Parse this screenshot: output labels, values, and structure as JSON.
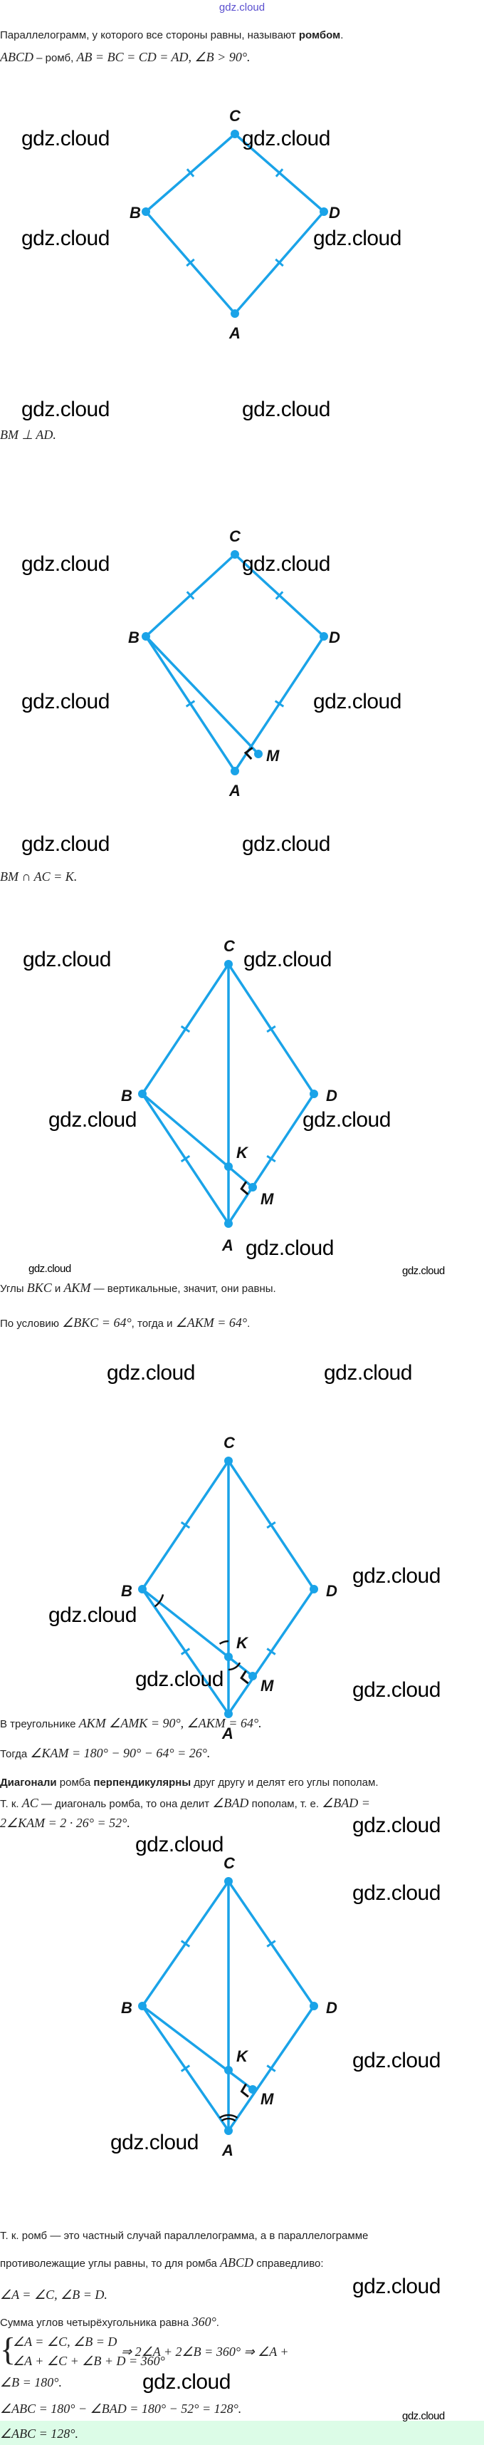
{
  "header": {
    "watermark": "gdz.cloud"
  },
  "colors": {
    "figure": "#1aa3e8",
    "answer_bg": "#dcfce7",
    "text": "#222222"
  },
  "point_labels": {
    "A": "A",
    "B": "B",
    "C": "C",
    "D": "D",
    "K": "K",
    "M": "M"
  },
  "watermark": "gdz.cloud",
  "lines": [
    [
      {
        "t": "Параллелограмм, у которого все стороны равны, называют "
      },
      {
        "t": "ромбом",
        "b": true
      },
      {
        "t": "."
      }
    ],
    [
      {
        "t": "ABCD",
        "m": true
      },
      {
        "t": " – ромб, "
      },
      {
        "t": "AB = BC = CD = AD, ∠B  >  90°.",
        "m": true
      }
    ],
    [
      {
        "t": "BM ⊥ AD.",
        "m": true
      }
    ],
    [
      {
        "t": "BM ∩ AC = K.",
        "m": true
      }
    ],
    [
      {
        "t": "Углы "
      },
      {
        "t": "BKC",
        "m": true
      },
      {
        "t": " и "
      },
      {
        "t": "AKM",
        "m": true
      },
      {
        "t": " — вертикальные, значит, они равны."
      }
    ],
    [
      {
        "t": "По условию "
      },
      {
        "t": "∠BKC = 64°",
        "m": true
      },
      {
        "t": ", тогда и "
      },
      {
        "t": "∠AKM = 64°",
        "m": true
      },
      {
        "t": "."
      }
    ],
    [
      {
        "t": "В треугольнике "
      },
      {
        "t": "AKM ∠AMK = 90°, ∠AKM = 64°.",
        "m": true
      }
    ],
    [
      {
        "t": "Тогда "
      },
      {
        "t": "∠KAM = 180° − 90° − 64° = 26°.",
        "m": true
      }
    ],
    [
      {
        "t": "Диагонали",
        "b": true
      },
      {
        "t": " ромба "
      },
      {
        "t": "перпендикулярны",
        "b": true
      },
      {
        "t": " друг другу и делят его углы пополам."
      }
    ],
    [
      {
        "t": "Т. к. "
      },
      {
        "t": "AC",
        "m": true
      },
      {
        "t": " — диагональ ромба, то она делит "
      },
      {
        "t": "∠BAD",
        "m": true
      },
      {
        "t": " пополам, т. е. "
      },
      {
        "t": "∠BAD =",
        "m": true
      }
    ],
    [
      {
        "t": "2∠KAM = 2 · 26° = 52°.",
        "m": true
      }
    ],
    [
      {
        "t": "Т. к. ромб — это частный случай параллелограмма, а в параллелограмме"
      }
    ],
    [
      {
        "t": "противолежащие углы равны, то для ромба "
      },
      {
        "t": "ABCD",
        "m": true
      },
      {
        "t": " справедливо:"
      }
    ],
    [
      {
        "t": "∠A = ∠C, ∠B = D.",
        "m": true
      }
    ],
    [
      {
        "t": "Сумма углов четырёхугольника равна "
      },
      {
        "t": "360°",
        "m": true
      },
      {
        "t": "."
      }
    ],
    [
      {
        "t": "∠A = ∠C, ∠B = D",
        "m": true
      }
    ],
    [
      {
        "t": "∠A + ∠C + ∠B + D = 360°",
        "m": true
      }
    ],
    [
      {
        "t": "⇒  2∠A + 2∠B = 360°  ⇒  ∠A +",
        "m": true
      }
    ],
    [
      {
        "t": "∠B = 180°.",
        "m": true
      }
    ],
    [
      {
        "t": "∠ABC = 180° − ∠BAD = 180° − 52° = 128°.",
        "m": true
      }
    ],
    [
      {
        "t": "∠ABC = 128°.",
        "m": true
      }
    ]
  ],
  "brace": "{"
}
